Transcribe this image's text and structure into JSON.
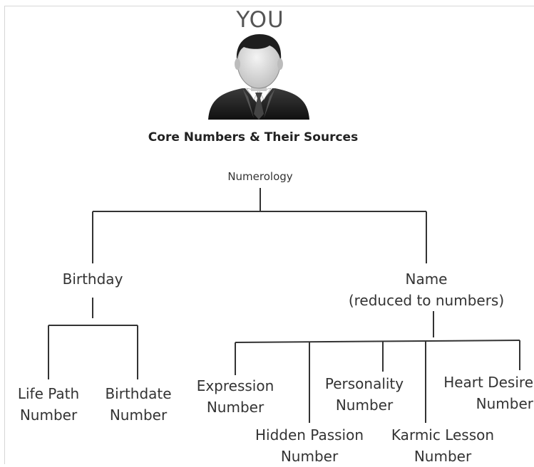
{
  "header": {
    "you_label": "YOU",
    "title": "Core Numbers & Their Sources"
  },
  "tree": {
    "root": "Numerology",
    "birthday": {
      "label": "Birthday",
      "children": [
        [
          "Life Path",
          "Number"
        ],
        [
          "Birthdate",
          "Number"
        ]
      ]
    },
    "name": {
      "label_line1": "Name",
      "label_line2": "(reduced to numbers)",
      "children": [
        [
          "Expression",
          "Number"
        ],
        [
          "Hidden Passion",
          "Number"
        ],
        [
          "Personality",
          "Number"
        ],
        [
          "Karmic Lesson",
          "Number"
        ],
        [
          "Heart Desire",
          "Number"
        ]
      ]
    }
  },
  "icons": {
    "avatar": "businessman-avatar-icon"
  }
}
